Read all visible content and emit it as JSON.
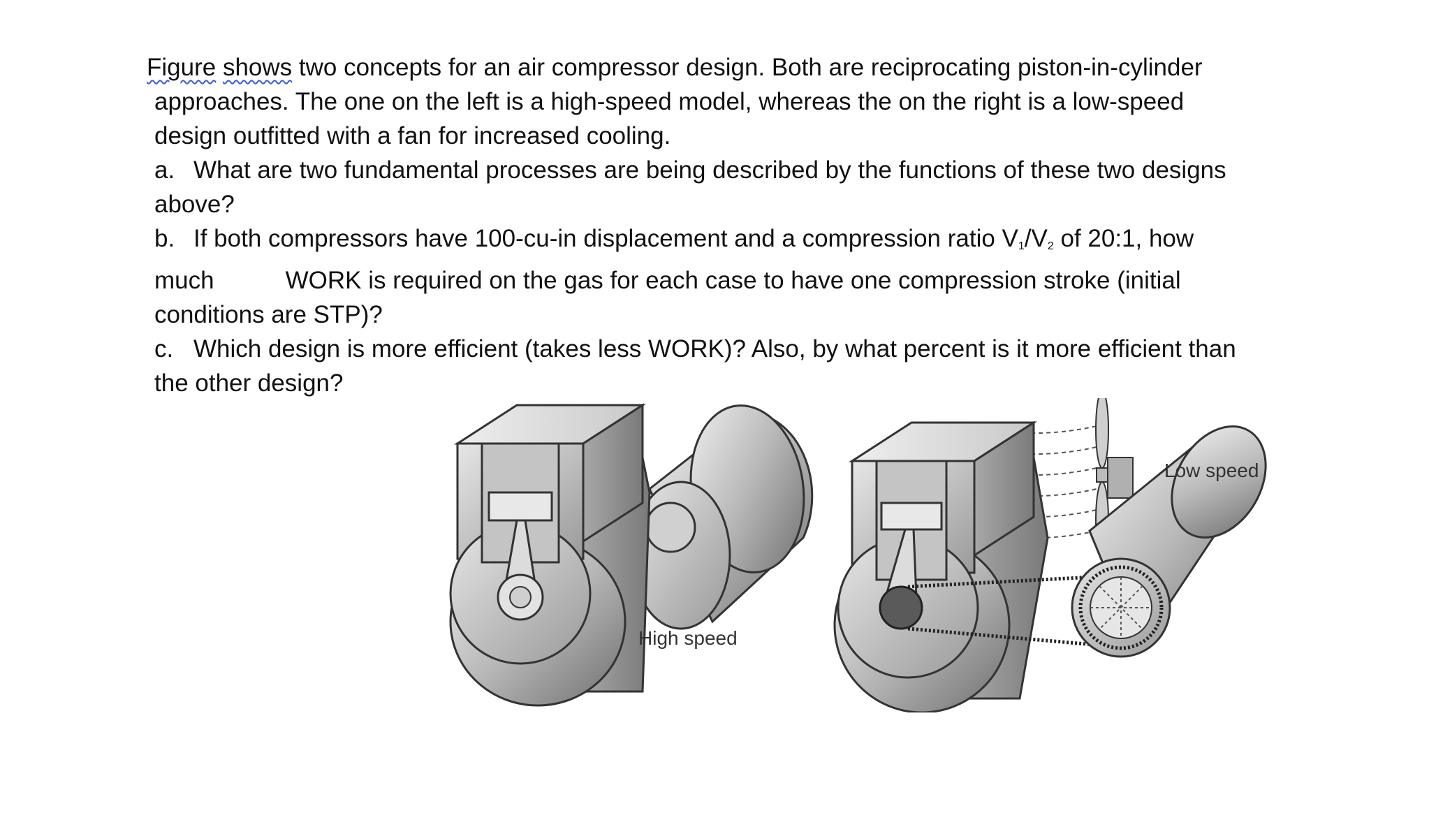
{
  "intro": {
    "word1": "Figure",
    "word2": "shows",
    "line1_rest": " two concepts for an air compressor design. Both are reciprocating piston-in-cylinder",
    "line2": "approaches. The one on the left is a high-speed model, whereas the on the right is a low-speed",
    "line3": "design outfitted with a fan for increased cooling."
  },
  "question_a": {
    "marker": "a.",
    "line1": "What are two fundamental processes are being described by the functions of these two designs",
    "line2": "above?"
  },
  "question_b": {
    "marker": "b.",
    "line1_pre": "If both compressors have 100-cu-in displacement and a compression ratio V",
    "sub1": "1",
    "slash": "/V",
    "sub2": "2",
    "line1_post": " of 20:1, how",
    "line2_a": "much",
    "line2_b": "WORK is required on the gas for each case to have one compression stroke (initial",
    "line3": "conditions are STP)?"
  },
  "question_c": {
    "marker": "c.",
    "line1": "Which design is more efficient (takes less WORK)? Also, by what percent is it more efficient than",
    "line2": "the other design?"
  },
  "figure": {
    "label_high": "High speed",
    "label_low": "Low speed"
  }
}
